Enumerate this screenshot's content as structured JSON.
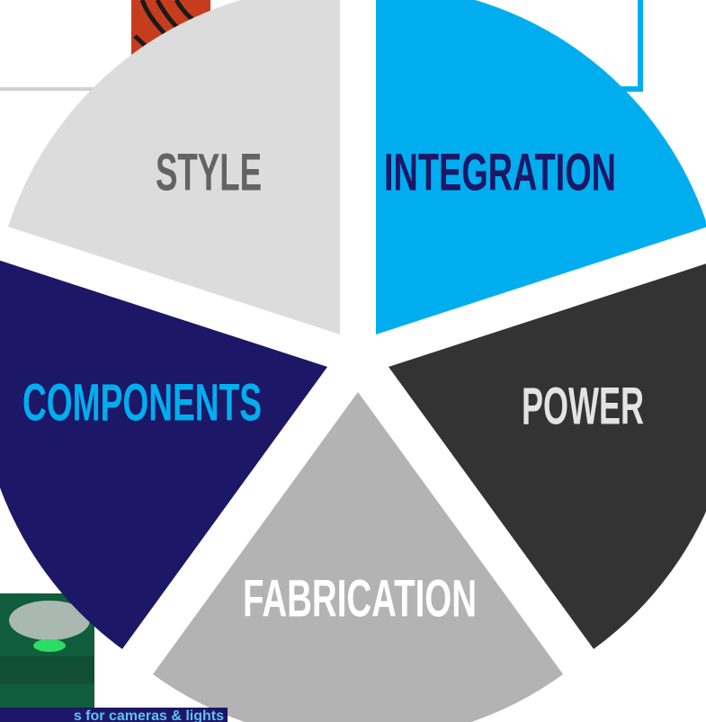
{
  "segments": [
    {
      "key": "integration",
      "label": "INTEGRATION",
      "fill": "#00aeef",
      "text_color": "#1c1767"
    },
    {
      "key": "power",
      "label": "POWER",
      "fill": "#333333",
      "text_color": "#e3e3e3"
    },
    {
      "key": "fabrication",
      "label": "FABRICATION",
      "fill": "#b3b3b3",
      "text_color": "#ffffff"
    },
    {
      "key": "components",
      "label": "COMPONENTS",
      "fill": "#1c1767",
      "text_color": "#00aeef"
    },
    {
      "key": "style",
      "label": "STYLE",
      "fill": "#dcdcdc",
      "text_color": "#636363"
    }
  ],
  "caption": {
    "text": "s for cameras & lights"
  },
  "colors": {
    "accent_blue": "#00aeef",
    "navy": "#1c1767",
    "connector_gray": "#cccccc",
    "connector_dark": "#333333"
  }
}
